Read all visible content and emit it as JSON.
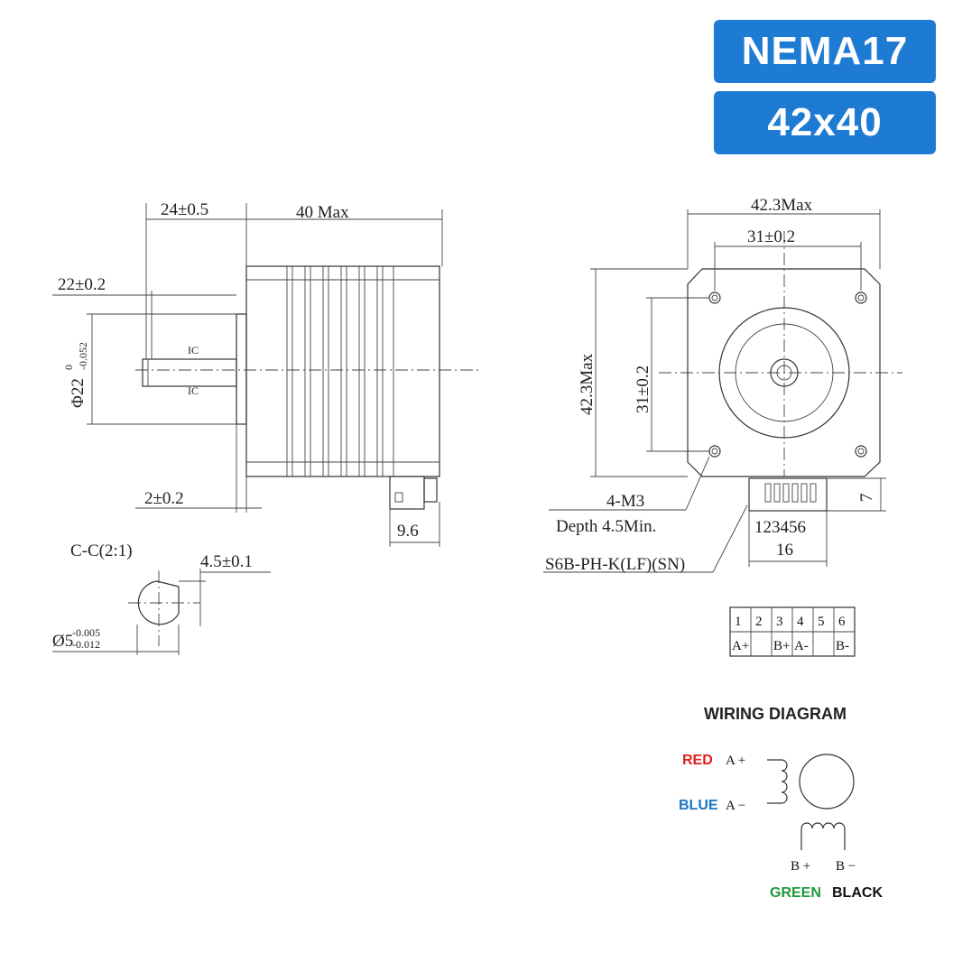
{
  "badges": {
    "model": "NEMA17",
    "size": "42x40"
  },
  "side_view": {
    "shaft_length": "24±0.5",
    "body_length": "40 Max",
    "flat_length": "22±0.2",
    "shaft_diameter_main": "Φ22",
    "shaft_diameter_tol_top": "0",
    "shaft_diameter_tol_bottom": "-0.052",
    "boss_thickness": "2±0.2",
    "connector_width": "9.6",
    "flat_mark_top": "IC",
    "flat_mark_bottom": "IC"
  },
  "section": {
    "title": "C-C(2:1)",
    "flat_depth": "4.5±0.1",
    "diameter_main": "Ø5",
    "diameter_tol_top": "-0.005",
    "diameter_tol_bottom": "-0.012"
  },
  "front_view": {
    "width": "42.3Max",
    "hole_spacing_h": "31±0.2",
    "height": "42.3Max",
    "hole_spacing_v": "31±0.2",
    "holes_label": "4-M3",
    "holes_depth": "Depth 4.5Min.",
    "connector_pins": "123456",
    "connector_width": "16",
    "connector_part": "S6B-PH-K(LF)(SN)",
    "connector_height": "7"
  },
  "pin_table": {
    "numbers": [
      "1",
      "2",
      "3",
      "4",
      "5",
      "6"
    ],
    "signals": [
      "A+",
      "",
      "B+",
      "A-",
      "",
      "B-"
    ]
  },
  "wiring": {
    "title": "WIRING DIAGRAM",
    "red_label": "RED",
    "red_signal": "A +",
    "blue_label": "BLUE",
    "blue_signal": "A −",
    "b_plus": "B +",
    "b_minus": "B −",
    "green_label": "GREEN",
    "black_label": "BLACK",
    "colors": {
      "red": "#e0201c",
      "blue": "#1b74c6",
      "green": "#1f9a3c",
      "black": "#111111"
    }
  }
}
